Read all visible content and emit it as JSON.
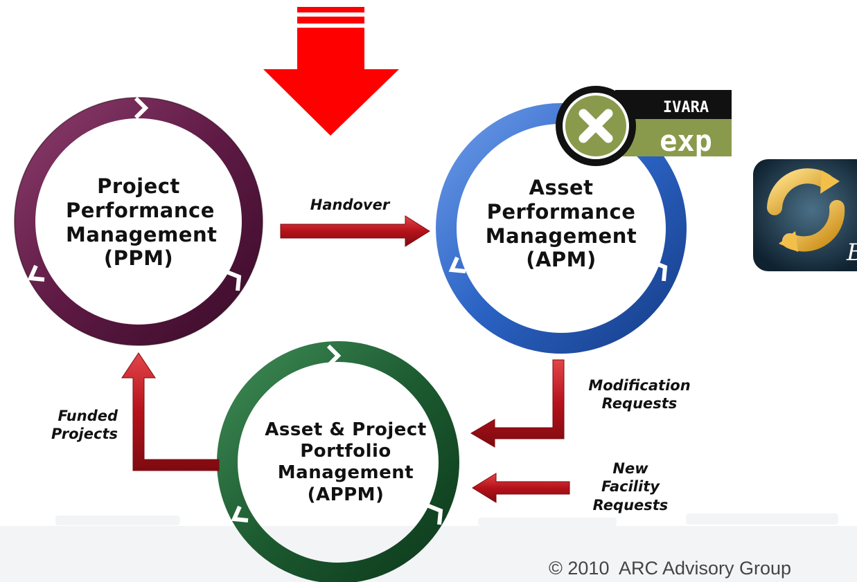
{
  "diagram": {
    "cycles": {
      "ppm": {
        "line1": "Project",
        "line2": "Performance",
        "line3": "Management",
        "line4": "(PPM)",
        "color": "#5e1a44"
      },
      "apm": {
        "line1": "Asset",
        "line2": "Performance",
        "line3": "Management",
        "line4": "(APM)",
        "color": "#2b63c4"
      },
      "appm": {
        "line1": "Asset & Project",
        "line2": "Portfolio",
        "line3": "Management",
        "line4": "(APPM)",
        "color": "#1c5a30"
      }
    },
    "flows": {
      "handover": "Handover",
      "modification": {
        "line1": "Modification",
        "line2": "Requests"
      },
      "new_facility": {
        "line1": "New",
        "line2": "Facility",
        "line3": "Requests"
      },
      "funded": {
        "line1": "Funded",
        "line2": "Projects"
      }
    },
    "arrow_color": "#c8161e",
    "highlight_arrow_color": "#ff0000"
  },
  "logos": {
    "ivara": {
      "top_text": "IVARA",
      "bottom_text": "exp",
      "green": "#8a9a4c"
    },
    "app_icon": {
      "letter": "B",
      "icon": "recycle-arrows-icon"
    }
  },
  "footer": {
    "copyright": "© 2010  ARC Advisory Group"
  }
}
